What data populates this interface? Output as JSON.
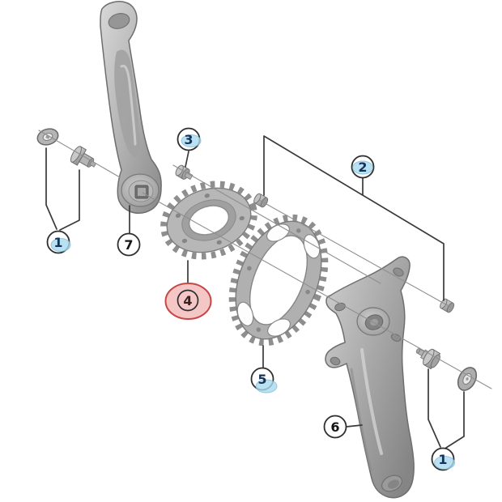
{
  "callouts": {
    "c1_left": {
      "label": "1",
      "highlight": "blue"
    },
    "c2": {
      "label": "2",
      "highlight": "blue"
    },
    "c3": {
      "label": "3",
      "highlight": "blue"
    },
    "c4": {
      "label": "4",
      "highlight": "red"
    },
    "c5": {
      "label": "5",
      "highlight": "blue"
    },
    "c6": {
      "label": "6",
      "highlight": "none"
    },
    "c7": {
      "label": "7",
      "highlight": "none"
    },
    "c1_right": {
      "label": "1",
      "highlight": "blue"
    }
  },
  "colors": {
    "background": "#ffffff",
    "balloon_outline": "#2e2e2e",
    "balloon_number": "#14335a",
    "plain_number": "#161616",
    "red_number": "#3a2020",
    "highlight_blue": "#a9d9ee",
    "highlight_blue_edge": "#7ab5d6",
    "highlight_red_fill": "#f4c7c6",
    "highlight_red_edge": "#c74745",
    "line_leader": "#3a3a3a",
    "line_axis": "#8f8f8f",
    "metal_light": "#d6d6d6",
    "metal_mid": "#ababab",
    "metal_dark": "#7c7c7c"
  }
}
